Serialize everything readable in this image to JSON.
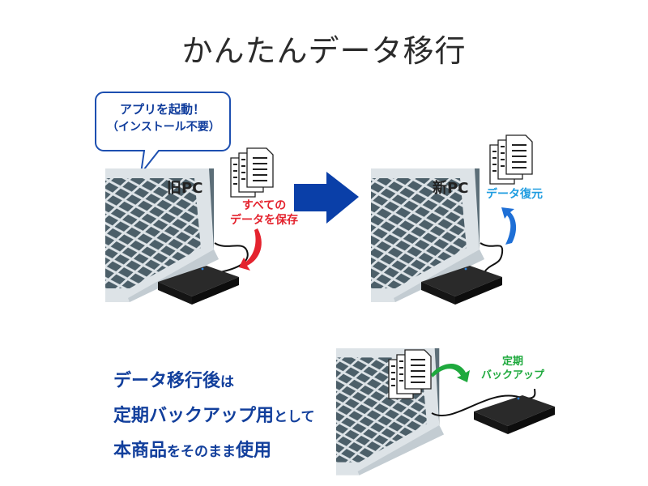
{
  "title": "かんたんデータ移行",
  "bubble": {
    "line1": "アプリを起動！",
    "line2": "（インストール不要）"
  },
  "old_pc": {
    "label": "旧PC",
    "action_line1": "すべての",
    "action_line2": "データを保存"
  },
  "new_pc": {
    "label": "新PC",
    "action": "データ復元"
  },
  "backup": {
    "line1": "定期",
    "line2": "バックアップ"
  },
  "caption": {
    "line1_main": "データ移行後",
    "line1_tail": "は",
    "line2_main": "定期バックアップ用",
    "line2_tail": "として",
    "line3_a": "本商品",
    "line3_b": "をそのまま",
    "line3_c": "使用"
  },
  "colors": {
    "title": "#2b2b2b",
    "blue": "#0f3c9c",
    "arrow_blue": "#0a3fa8",
    "red": "#e4232e",
    "cyan": "#1e9ce0",
    "green": "#1ea93d",
    "laptop_body": "#d6dde2",
    "laptop_keys": "#4c5f69",
    "drive": "#1e1e1e"
  }
}
